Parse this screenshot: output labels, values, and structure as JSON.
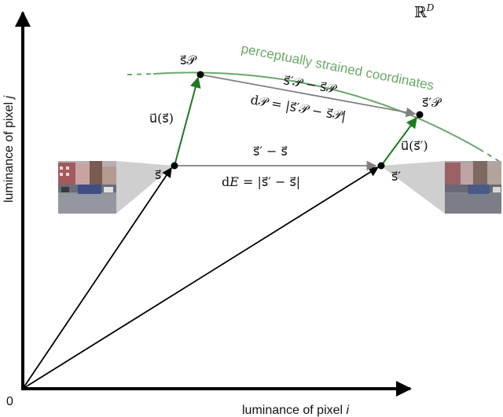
{
  "space_label": "ℝ",
  "space_superscript": "D",
  "origin_label": "0",
  "x_axis_label": "luminance of pixel ",
  "x_axis_var": "i",
  "y_axis_label": "luminance of pixel ",
  "y_axis_var": "j",
  "curve_label": "perceptually strained coordinates",
  "points": {
    "s": "s⃗",
    "s_prime": "s⃗′",
    "sP": "s⃗𝒫",
    "sP_prime": "s⃗′𝒫"
  },
  "labels": {
    "u_s": "u⃗(s⃗)",
    "u_s_prime": "u⃗(s⃗′)",
    "diff_euclid": "s⃗′ − s⃗",
    "dist_euclid": "d𝐸 = |s⃗′ − s⃗|",
    "diff_percept": "s⃗′𝒫 − s⃗𝒫",
    "dist_percept": "d𝒫 = |s⃗′𝒫 − s⃗𝒫|"
  },
  "colors": {
    "axis": "#000000",
    "vector": "#000000",
    "green_arrow": "#1f7a1f",
    "gray_arrow": "#808080",
    "curve": "#6aa86a",
    "callout": "#cfcfcf"
  }
}
